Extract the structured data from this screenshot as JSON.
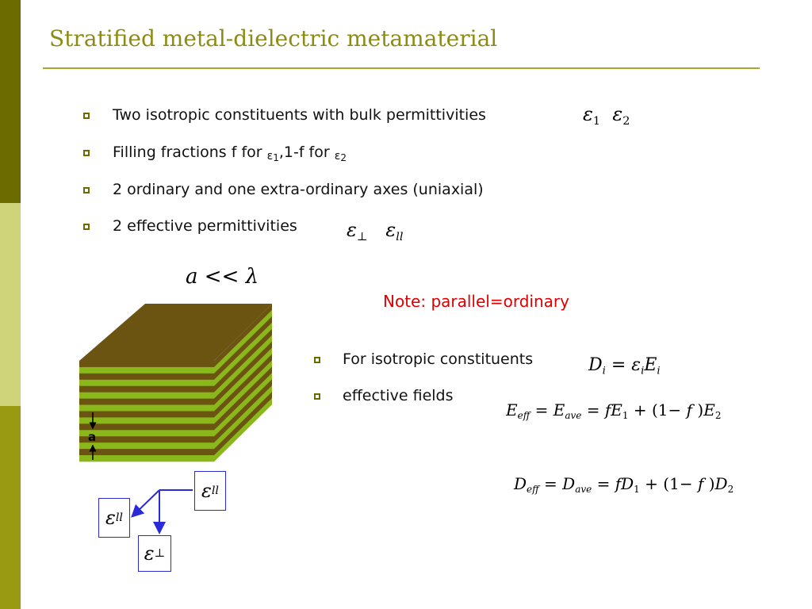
{
  "slide": {
    "title": "Stratified metal-dielectric metamaterial",
    "bullets": [
      {
        "text": "Two isotropic constituents with bulk permittivities"
      },
      {
        "text_pre": "Filling fractions  f for ",
        "sym1": "ε",
        "sub1": "1",
        "text_mid": ",1-f for ",
        "sym2": "ε",
        "sub2": "2"
      },
      {
        "text": "2 ordinary and one extra-ordinary axes (uniaxial)"
      },
      {
        "text": "2 effective permittivities"
      }
    ],
    "bullet1_math": {
      "e": "ε",
      "s1": "1",
      "s2": "2"
    },
    "bullet4_math": {
      "e": "ε",
      "perp": "⊥",
      "ll": "ll"
    },
    "condition": {
      "a": "a",
      "op": "<<",
      "lambda": "λ"
    },
    "note": "Note: parallel=ordinary",
    "right_bullets": [
      {
        "text": "For isotropic constituents"
      },
      {
        "text": " effective fields"
      }
    ],
    "eq_d": {
      "D": "D",
      "i": "i",
      "eq": "=",
      "e": "ε",
      "E": "E"
    },
    "eq_e": {
      "lhs": "E",
      "eff": "eff",
      "eq": "=",
      "ave": "ave",
      "f": "f",
      "one": "1",
      "plus": "+",
      "open": "(1",
      "minus": "−",
      "close": ")",
      "two": "2"
    },
    "eq_dd": {
      "lhs": "D",
      "eff": "eff",
      "eq": "=",
      "ave": "ave",
      "f": "f",
      "one": "1",
      "plus": "+",
      "open": "(1",
      "minus": "−",
      "close": ")",
      "two": "2"
    },
    "diagram": {
      "a_label": "a",
      "axis_labels": [
        {
          "e": "ε",
          "sub": "ll"
        },
        {
          "e": "ε",
          "sub": "ll"
        },
        {
          "e": "ε",
          "sub": "⊥"
        }
      ]
    }
  },
  "colors": {
    "title": "#8c8c14",
    "note": "#e00000",
    "layer_metal": "#6b5311",
    "layer_dielectric": "#8ab81a",
    "arrow": "#2a2ad6"
  }
}
